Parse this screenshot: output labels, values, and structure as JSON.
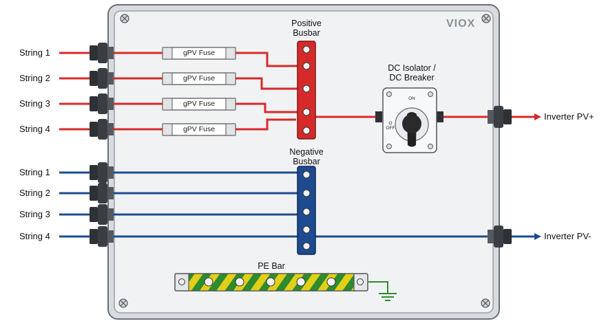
{
  "brand": "VIOX",
  "positive_busbar_label": [
    "Positive",
    "Busbar"
  ],
  "negative_busbar_label": [
    "Negative",
    "Busbar"
  ],
  "isolator_label": [
    "DC Isolator /",
    "DC Breaker"
  ],
  "isolator_on": "ON",
  "isolator_off": [
    "O",
    "OFF"
  ],
  "pe_bar_label": "PE Bar",
  "fuse_label": "gPV Fuse",
  "positive_strings": [
    "String 1",
    "String 2",
    "String 3",
    "String 4"
  ],
  "negative_strings": [
    "String 1",
    "String 2",
    "String 3",
    "String 4"
  ],
  "outputs": {
    "positive": "Inverter PV+",
    "negative": "Inverter PV-"
  },
  "colors": {
    "positive_wire": "#d62a2a",
    "negative_wire": "#1d4b8f",
    "enclosure": "#eef0f2",
    "pe_green": "#2e8b2e",
    "pe_yellow": "#e2cf1a"
  }
}
